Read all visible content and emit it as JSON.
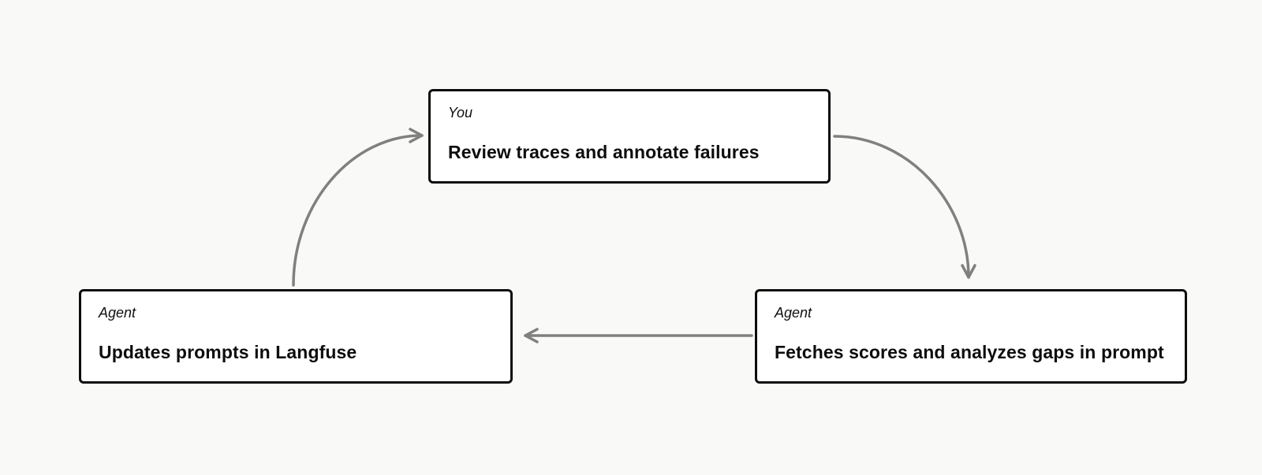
{
  "diagram": {
    "nodes": [
      {
        "id": "you-review",
        "label": "You",
        "title": "Review traces and annotate failures"
      },
      {
        "id": "agent-fetch",
        "label": "Agent",
        "title": "Fetches scores and analyzes gaps in prompt"
      },
      {
        "id": "agent-update",
        "label": "Agent",
        "title": "Updates prompts in Langfuse"
      }
    ],
    "edges": [
      {
        "from": "you-review",
        "to": "agent-fetch",
        "shape": "quarter-curve-down-right"
      },
      {
        "from": "agent-fetch",
        "to": "agent-update",
        "shape": "straight-left"
      },
      {
        "from": "agent-update",
        "to": "you-review",
        "shape": "quarter-curve-up-right"
      }
    ],
    "colors": {
      "background": "#f9f9f8",
      "node_fill": "#ffffff",
      "node_border": "#0d0d0d",
      "arrow": "#808080",
      "text": "#0d0d0d"
    }
  }
}
